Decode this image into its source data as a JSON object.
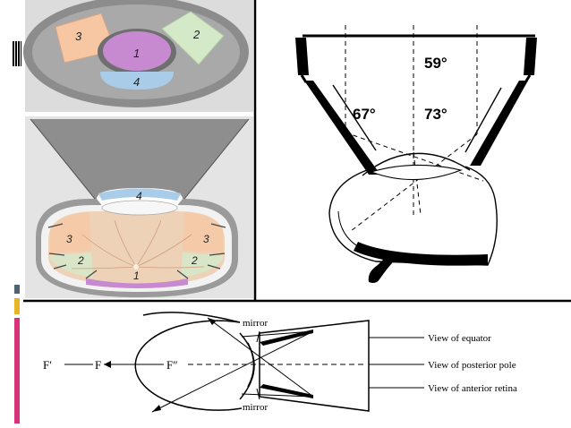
{
  "colors": {
    "accent_pink": "#d6337a",
    "accent_gold": "#e8b526",
    "accent_slate": "#4b6470",
    "panel_gray": "#8c8c8c",
    "zone_peach": "#f7c7a4",
    "zone_green": "#d3e9c8",
    "zone_purple": "#c78ad0",
    "zone_blue": "#a9cde9",
    "retina_tan": "#edd2b8"
  },
  "topLeft": {
    "lens_view": {
      "zone1": "1",
      "zone2": "2",
      "zone3": "3",
      "zone4": "4"
    },
    "eye_view": {
      "zone4": "4",
      "zone3_left": "3",
      "zone3_right": "3",
      "zone2_left": "2",
      "zone2_right": "2",
      "zone1": "1"
    }
  },
  "topRight": {
    "angle_top": "59°",
    "angle_left": "67°",
    "angle_right": "73°"
  },
  "bottom": {
    "F_prime": "F′",
    "F": "F",
    "F_double_prime": "F″",
    "mirror_top": "mirror",
    "mirror_bottom": "mirror",
    "view_equator": "View of equator",
    "view_posterior": "View of posterior pole",
    "view_anterior": "View of anterior retina"
  }
}
